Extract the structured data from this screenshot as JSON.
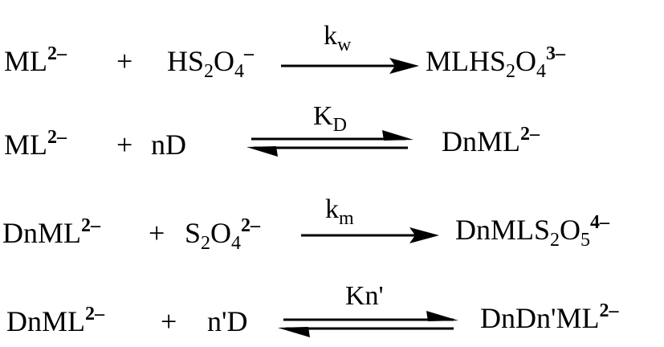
{
  "reactions": [
    {
      "reactant1": [
        [
          "ML",
          ""
        ],
        [
          "2-",
          "sup"
        ]
      ],
      "plus": "+",
      "reactant2": [
        [
          "HS",
          ""
        ],
        [
          "2",
          "sub"
        ],
        [
          "O",
          ""
        ],
        [
          "4",
          "sub"
        ],
        [
          "-",
          "sup"
        ]
      ],
      "arrow": "forward",
      "constant": [
        [
          "k",
          ""
        ],
        [
          "w",
          "sub"
        ]
      ],
      "product": [
        [
          "MLHS",
          ""
        ],
        [
          "2",
          "sub"
        ],
        [
          "O",
          ""
        ],
        [
          "4",
          "sub"
        ],
        [
          "3-",
          "sup"
        ]
      ]
    },
    {
      "reactant1": [
        [
          "ML",
          ""
        ],
        [
          "2-",
          "sup"
        ]
      ],
      "plus": "+",
      "reactant2": [
        [
          "nD",
          ""
        ]
      ],
      "arrow": "equilibrium",
      "constant": [
        [
          "K",
          ""
        ],
        [
          "D",
          "sub"
        ]
      ],
      "product": [
        [
          "DnML",
          ""
        ],
        [
          "2-",
          "sup"
        ]
      ]
    },
    {
      "reactant1": [
        [
          "DnML",
          ""
        ],
        [
          "2-",
          "sup"
        ]
      ],
      "plus": "+",
      "reactant2": [
        [
          "S",
          ""
        ],
        [
          "2",
          "sub"
        ],
        [
          "O",
          ""
        ],
        [
          "4",
          "sub"
        ],
        [
          "2-",
          "sup"
        ]
      ],
      "arrow": "forward",
      "constant": [
        [
          "k",
          ""
        ],
        [
          "m",
          "sub"
        ]
      ],
      "product": [
        [
          "DnMLS",
          ""
        ],
        [
          "2",
          "sub"
        ],
        [
          "O",
          ""
        ],
        [
          "5",
          "sub"
        ],
        [
          "4-",
          "sup"
        ]
      ]
    },
    {
      "reactant1": [
        [
          "DnML",
          ""
        ],
        [
          "2-",
          "sup"
        ]
      ],
      "plus": "+",
      "reactant2": [
        [
          "n'D",
          ""
        ]
      ],
      "arrow": "equilibrium",
      "constant": [
        [
          "Kn'",
          ""
        ]
      ],
      "product": [
        [
          "DnDn'ML",
          ""
        ],
        [
          "2-",
          "sup"
        ]
      ]
    }
  ]
}
